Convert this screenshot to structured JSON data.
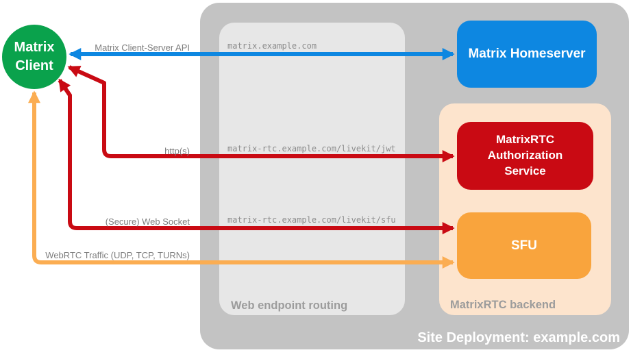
{
  "diagram_title": "Site Deployment: example.com",
  "nodes": {
    "matrix_client": {
      "label": "Matrix\nClient",
      "color": "#0AA24C"
    },
    "matrix_homeserver": {
      "label": "Matrix Homeserver",
      "color": "#0D87E1"
    },
    "auth_service": {
      "label": "MatrixRTC\nAuthorization\nService",
      "color": "#C90A13"
    },
    "sfu": {
      "label": "SFU",
      "color": "#F9A43D"
    }
  },
  "containers": {
    "site_deployment": {
      "label": "Site Deployment: example.com",
      "color": "#C3C3C3"
    },
    "web_endpoint_routing": {
      "label": "Web endpoint routing",
      "color": "#E7E7E7"
    },
    "matrixrtc_backend": {
      "label": "MatrixRTC backend",
      "color": "#FDE4CD"
    }
  },
  "routes": {
    "homeserver_domain": "matrix.example.com",
    "jwt_endpoint": "matrix-rtc.example.com/livekit/jwt",
    "sfu_endpoint": "matrix-rtc.example.com/livekit/sfu"
  },
  "arrows": {
    "client_server_api": {
      "label": "Matrix Client-Server API",
      "color": "#0D87E1",
      "from": "Matrix Client",
      "to": "Matrix Homeserver",
      "bidirectional": true
    },
    "https": {
      "label": "http(s)",
      "color": "#C90A13",
      "from": "Matrix Client",
      "to": "MatrixRTC Authorization Service",
      "bidirectional": true
    },
    "websocket": {
      "label": "(Secure) Web Socket",
      "color": "#C90A13",
      "from": "Matrix Client",
      "to": "SFU",
      "bidirectional": true
    },
    "webrtc": {
      "label": "WebRTC Traffic (UDP, TCP, TURNs)",
      "color": "#FBAD52",
      "from": "Matrix Client",
      "to": "SFU",
      "bidirectional": true
    }
  },
  "text_colors": {
    "route_text": "#8C8C8C",
    "arrow_label": "#7D7D7D",
    "section_label": "#9C9C9C",
    "node_text": "#FFFFFF"
  }
}
